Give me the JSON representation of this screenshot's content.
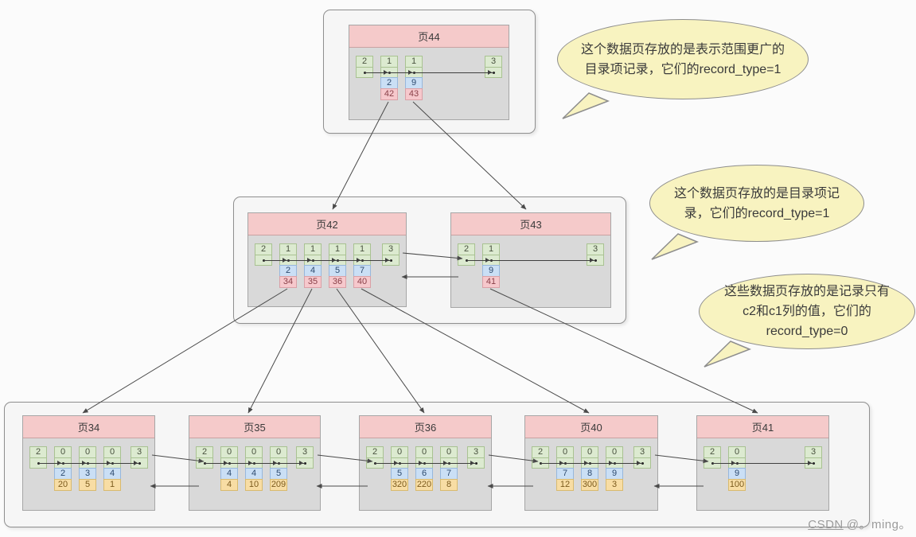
{
  "bubbles": [
    {
      "text": "这个数据页存放的是表示范围更广的目录项记录，它们的record_type=1"
    },
    {
      "text": "这个数据页存放的是目录项记录，它们的record_type=1"
    },
    {
      "text": "这些数据页存放的是记录只有c2和c1列的值，它们的record_type=0"
    }
  ],
  "watermark": {
    "link": "CSDN",
    "author": "@。ming。"
  },
  "pages": [
    {
      "id": "44",
      "title": "页44",
      "kind": "directory",
      "records": [
        {
          "record_type": "2"
        },
        {
          "record_type": "1",
          "key": "2",
          "value": "42"
        },
        {
          "record_type": "1",
          "key": "9",
          "value": "43"
        },
        {
          "record_type": "3"
        }
      ]
    },
    {
      "id": "42",
      "title": "页42",
      "kind": "directory",
      "records": [
        {
          "record_type": "2"
        },
        {
          "record_type": "1",
          "key": "2",
          "value": "34"
        },
        {
          "record_type": "1",
          "key": "4",
          "value": "35"
        },
        {
          "record_type": "1",
          "key": "5",
          "value": "36"
        },
        {
          "record_type": "1",
          "key": "7",
          "value": "40"
        },
        {
          "record_type": "3"
        }
      ]
    },
    {
      "id": "43",
      "title": "页43",
      "kind": "directory",
      "records": [
        {
          "record_type": "2"
        },
        {
          "record_type": "1",
          "key": "9",
          "value": "41"
        },
        {
          "record_type": "3"
        }
      ]
    },
    {
      "id": "34",
      "title": "页34",
      "kind": "leaf",
      "records": [
        {
          "record_type": "2"
        },
        {
          "record_type": "0",
          "key": "2",
          "value": "20"
        },
        {
          "record_type": "0",
          "key": "3",
          "value": "5"
        },
        {
          "record_type": "0",
          "key": "4",
          "value": "1"
        },
        {
          "record_type": "3"
        }
      ]
    },
    {
      "id": "35",
      "title": "页35",
      "kind": "leaf",
      "records": [
        {
          "record_type": "2"
        },
        {
          "record_type": "0",
          "key": "4",
          "value": "4"
        },
        {
          "record_type": "0",
          "key": "4",
          "value": "10"
        },
        {
          "record_type": "0",
          "key": "5",
          "value": "209"
        },
        {
          "record_type": "3"
        }
      ]
    },
    {
      "id": "36",
      "title": "页36",
      "kind": "leaf",
      "records": [
        {
          "record_type": "2"
        },
        {
          "record_type": "0",
          "key": "5",
          "value": "320"
        },
        {
          "record_type": "0",
          "key": "6",
          "value": "220"
        },
        {
          "record_type": "0",
          "key": "7",
          "value": "8"
        },
        {
          "record_type": "3"
        }
      ]
    },
    {
      "id": "40",
      "title": "页40",
      "kind": "leaf",
      "records": [
        {
          "record_type": "2"
        },
        {
          "record_type": "0",
          "key": "7",
          "value": "12"
        },
        {
          "record_type": "0",
          "key": "8",
          "value": "300"
        },
        {
          "record_type": "0",
          "key": "9",
          "value": "3"
        },
        {
          "record_type": "3"
        }
      ]
    },
    {
      "id": "41",
      "title": "页41",
      "kind": "leaf",
      "records": [
        {
          "record_type": "2"
        },
        {
          "record_type": "0",
          "key": "9",
          "value": "100"
        },
        {
          "record_type": "3"
        }
      ]
    }
  ]
}
